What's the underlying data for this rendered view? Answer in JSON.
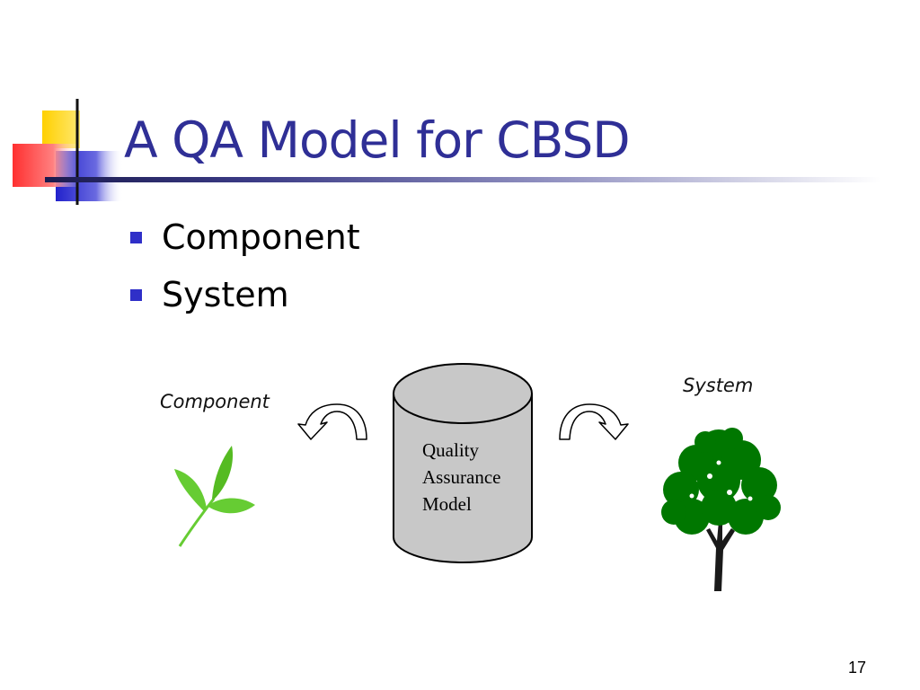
{
  "slide": {
    "title": "A QA Model for CBSD",
    "bullets": [
      {
        "text": "Component"
      },
      {
        "text": "System"
      }
    ],
    "page_number": "17"
  },
  "diagram": {
    "left_label": "Component",
    "right_label": "System",
    "center_lines": [
      "Quality",
      "Assurance",
      "Model"
    ]
  },
  "colors": {
    "title": "#2f2f96",
    "bullet": "#2f2fc8",
    "cylinder_fill": "#c8c8c8",
    "leaf": "#66cc33",
    "tree": "#007700"
  }
}
